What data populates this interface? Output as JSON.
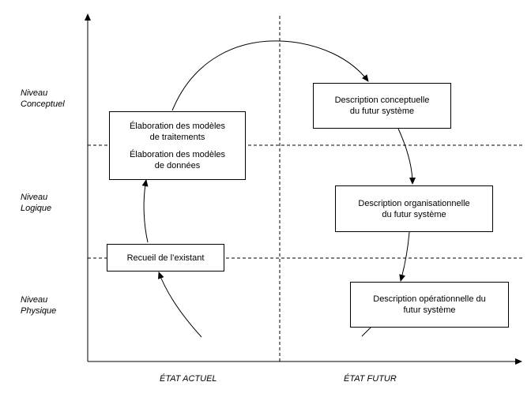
{
  "levels": {
    "conceptual": [
      "Niveau",
      "Conceptuel"
    ],
    "logical": [
      "Niveau",
      "Logique"
    ],
    "physical": [
      "Niveau",
      "Physique"
    ]
  },
  "axis": {
    "current_state": "ÉTAT ACTUEL",
    "future_state": "ÉTAT FUTUR"
  },
  "boxes": {
    "treatment_data_models": {
      "line1a": "Élaboration des modèles",
      "line1b": "de traitements",
      "line2a": "Élaboration des modèles",
      "line2b": "de données"
    },
    "existing_collection": {
      "line1": "Recueil de l’existant"
    },
    "conceptual_description": {
      "line1": "Description conceptuelle",
      "line2": "du futur système"
    },
    "organisational_description": {
      "line1": "Description organisationnelle",
      "line2": "du futur système"
    },
    "operational_description": {
      "line1": "Description opérationnelle du",
      "line2": "futur système"
    }
  }
}
